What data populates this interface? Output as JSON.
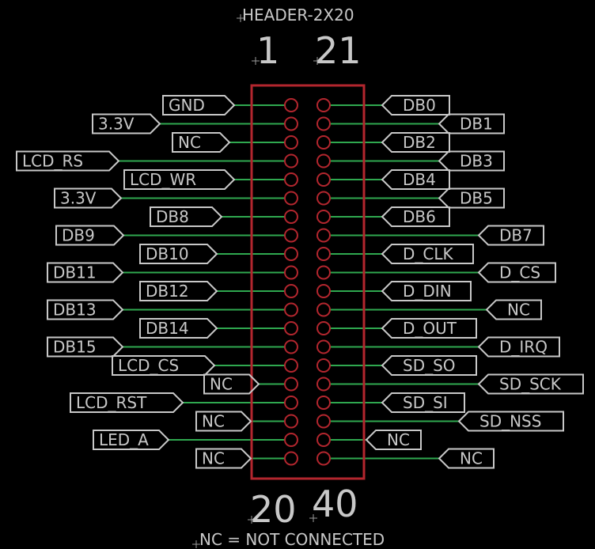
{
  "title": "HEADER-2X20",
  "footnote": "NC = NOT CONNECTED",
  "pin_numbers": {
    "top_left": "1",
    "top_right": "21",
    "bottom_left": "20",
    "bottom_right": "40"
  },
  "colors": {
    "background": "#000000",
    "header_outline": "#b3262e",
    "wire": "#2fa84f",
    "label": "#c8c8c8",
    "pad": "#b3262e"
  },
  "left_pins": [
    "GND",
    "3.3V",
    "NC",
    "LCD_RS",
    "LCD_WR",
    "3.3V",
    "DB8",
    "DB9",
    "DB10",
    "DB11",
    "DB12",
    "DB13",
    "DB14",
    "DB15",
    "LCD_CS",
    "NC",
    "LCD_RST",
    "NC",
    "LED_A",
    "NC"
  ],
  "right_pins": [
    "DB0",
    "DB1",
    "DB2",
    "DB3",
    "DB4",
    "DB5",
    "DB6",
    "DB7",
    "D_CLK",
    "D_CS",
    "D_DIN",
    "NC",
    "D_OUT",
    "D_IRQ",
    "SD_SO",
    "SD_SCK",
    "SD_SI",
    "SD_NSS",
    "NC",
    "NC"
  ]
}
